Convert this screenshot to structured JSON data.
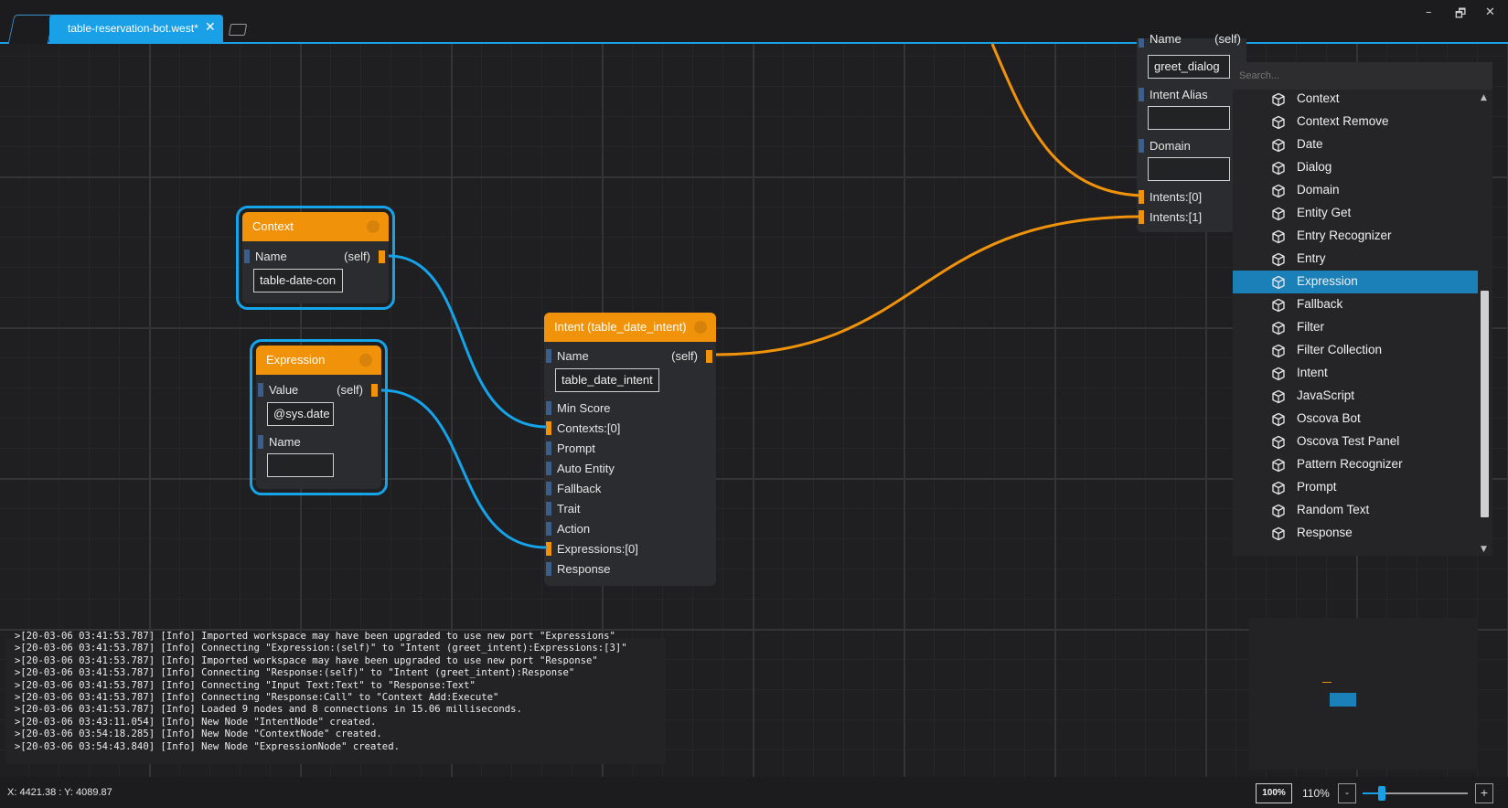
{
  "tabs": {
    "active_label": "table-reservation-bot.west*",
    "close_glyph": "✕",
    "window_controls": [
      "–",
      "🗗",
      "✕"
    ]
  },
  "nodes": {
    "context": {
      "title": "Context",
      "name_label": "Name",
      "self_label": "(self)",
      "name_value": "table-date-con"
    },
    "expression": {
      "title": "Expression",
      "value_label": "Value",
      "self_label": "(self)",
      "value_value": "@sys.date",
      "name_label": "Name",
      "name_value": ""
    },
    "intent": {
      "title": "Intent (table_date_intent)",
      "name_label": "Name",
      "self_label": "(self)",
      "name_value": "table_date_intent",
      "ports": [
        "Min Score",
        "Contexts:[0]",
        "Prompt",
        "Auto Entity",
        "Fallback",
        "Trait",
        "Action",
        "Expressions:[0]",
        "Response"
      ]
    },
    "dialog": {
      "name_label": "Name",
      "self_label": "(self)",
      "name_value": "greet_dialog",
      "intent_alias_label": "Intent Alias",
      "intent_alias_value": "",
      "domain_label": "Domain",
      "domain_value": "",
      "ports": [
        "Intents:[0]",
        "Intents:[1]"
      ]
    }
  },
  "picker": {
    "search_placeholder": "Search...",
    "items": [
      "Context",
      "Context Remove",
      "Date",
      "Dialog",
      "Domain",
      "Entity Get",
      "Entry Recognizer",
      "Entry",
      "Expression",
      "Fallback",
      "Filter",
      "Filter Collection",
      "Intent",
      "JavaScript",
      "Oscova Bot",
      "Oscova Test Panel",
      "Pattern Recognizer",
      "Prompt",
      "Random Text",
      "Response"
    ],
    "selected": "Expression",
    "icon": "cube-icon"
  },
  "log": {
    "lines": [
      ">[20-03-06 03:41:53.787] [Info] Imported workspace may have been upgraded to use new port \"Expressions\"",
      ">[20-03-06 03:41:53.787] [Info] Connecting \"Expression:(self)\" to \"Intent (greet_intent):Expressions:[3]\"",
      ">[20-03-06 03:41:53.787] [Info] Imported workspace may have been upgraded to use new port \"Response\"",
      ">[20-03-06 03:41:53.787] [Info] Connecting \"Response:(self)\" to \"Intent (greet_intent):Response\"",
      ">[20-03-06 03:41:53.787] [Info] Connecting \"Input Text:Text\" to \"Response:Text\"",
      ">[20-03-06 03:41:53.787] [Info] Connecting \"Response:Call\" to \"Context Add:Execute\"",
      ">[20-03-06 03:41:53.787] [Info] Loaded 9 nodes and 8 connections in 15.06 milliseconds.",
      ">[20-03-06 03:43:11.054] [Info] New Node \"IntentNode\" created.",
      ">[20-03-06 03:54:18.285] [Info] New Node \"ContextNode\" created.",
      ">[20-03-06 03:54:43.840] [Info] New Node \"ExpressionNode\" created."
    ]
  },
  "status": {
    "coords": "X: 4421.38 : Y: 4089.87",
    "zoom_reset": "100%",
    "zoom_level": "110%",
    "zoom_fraction": 0.18,
    "minus": "-",
    "plus": "+"
  },
  "colors": {
    "accent": "#1aa0e6",
    "node_header": "#f0930b",
    "wire_orange": "#f0930b",
    "wire_blue": "#15a3ea"
  }
}
